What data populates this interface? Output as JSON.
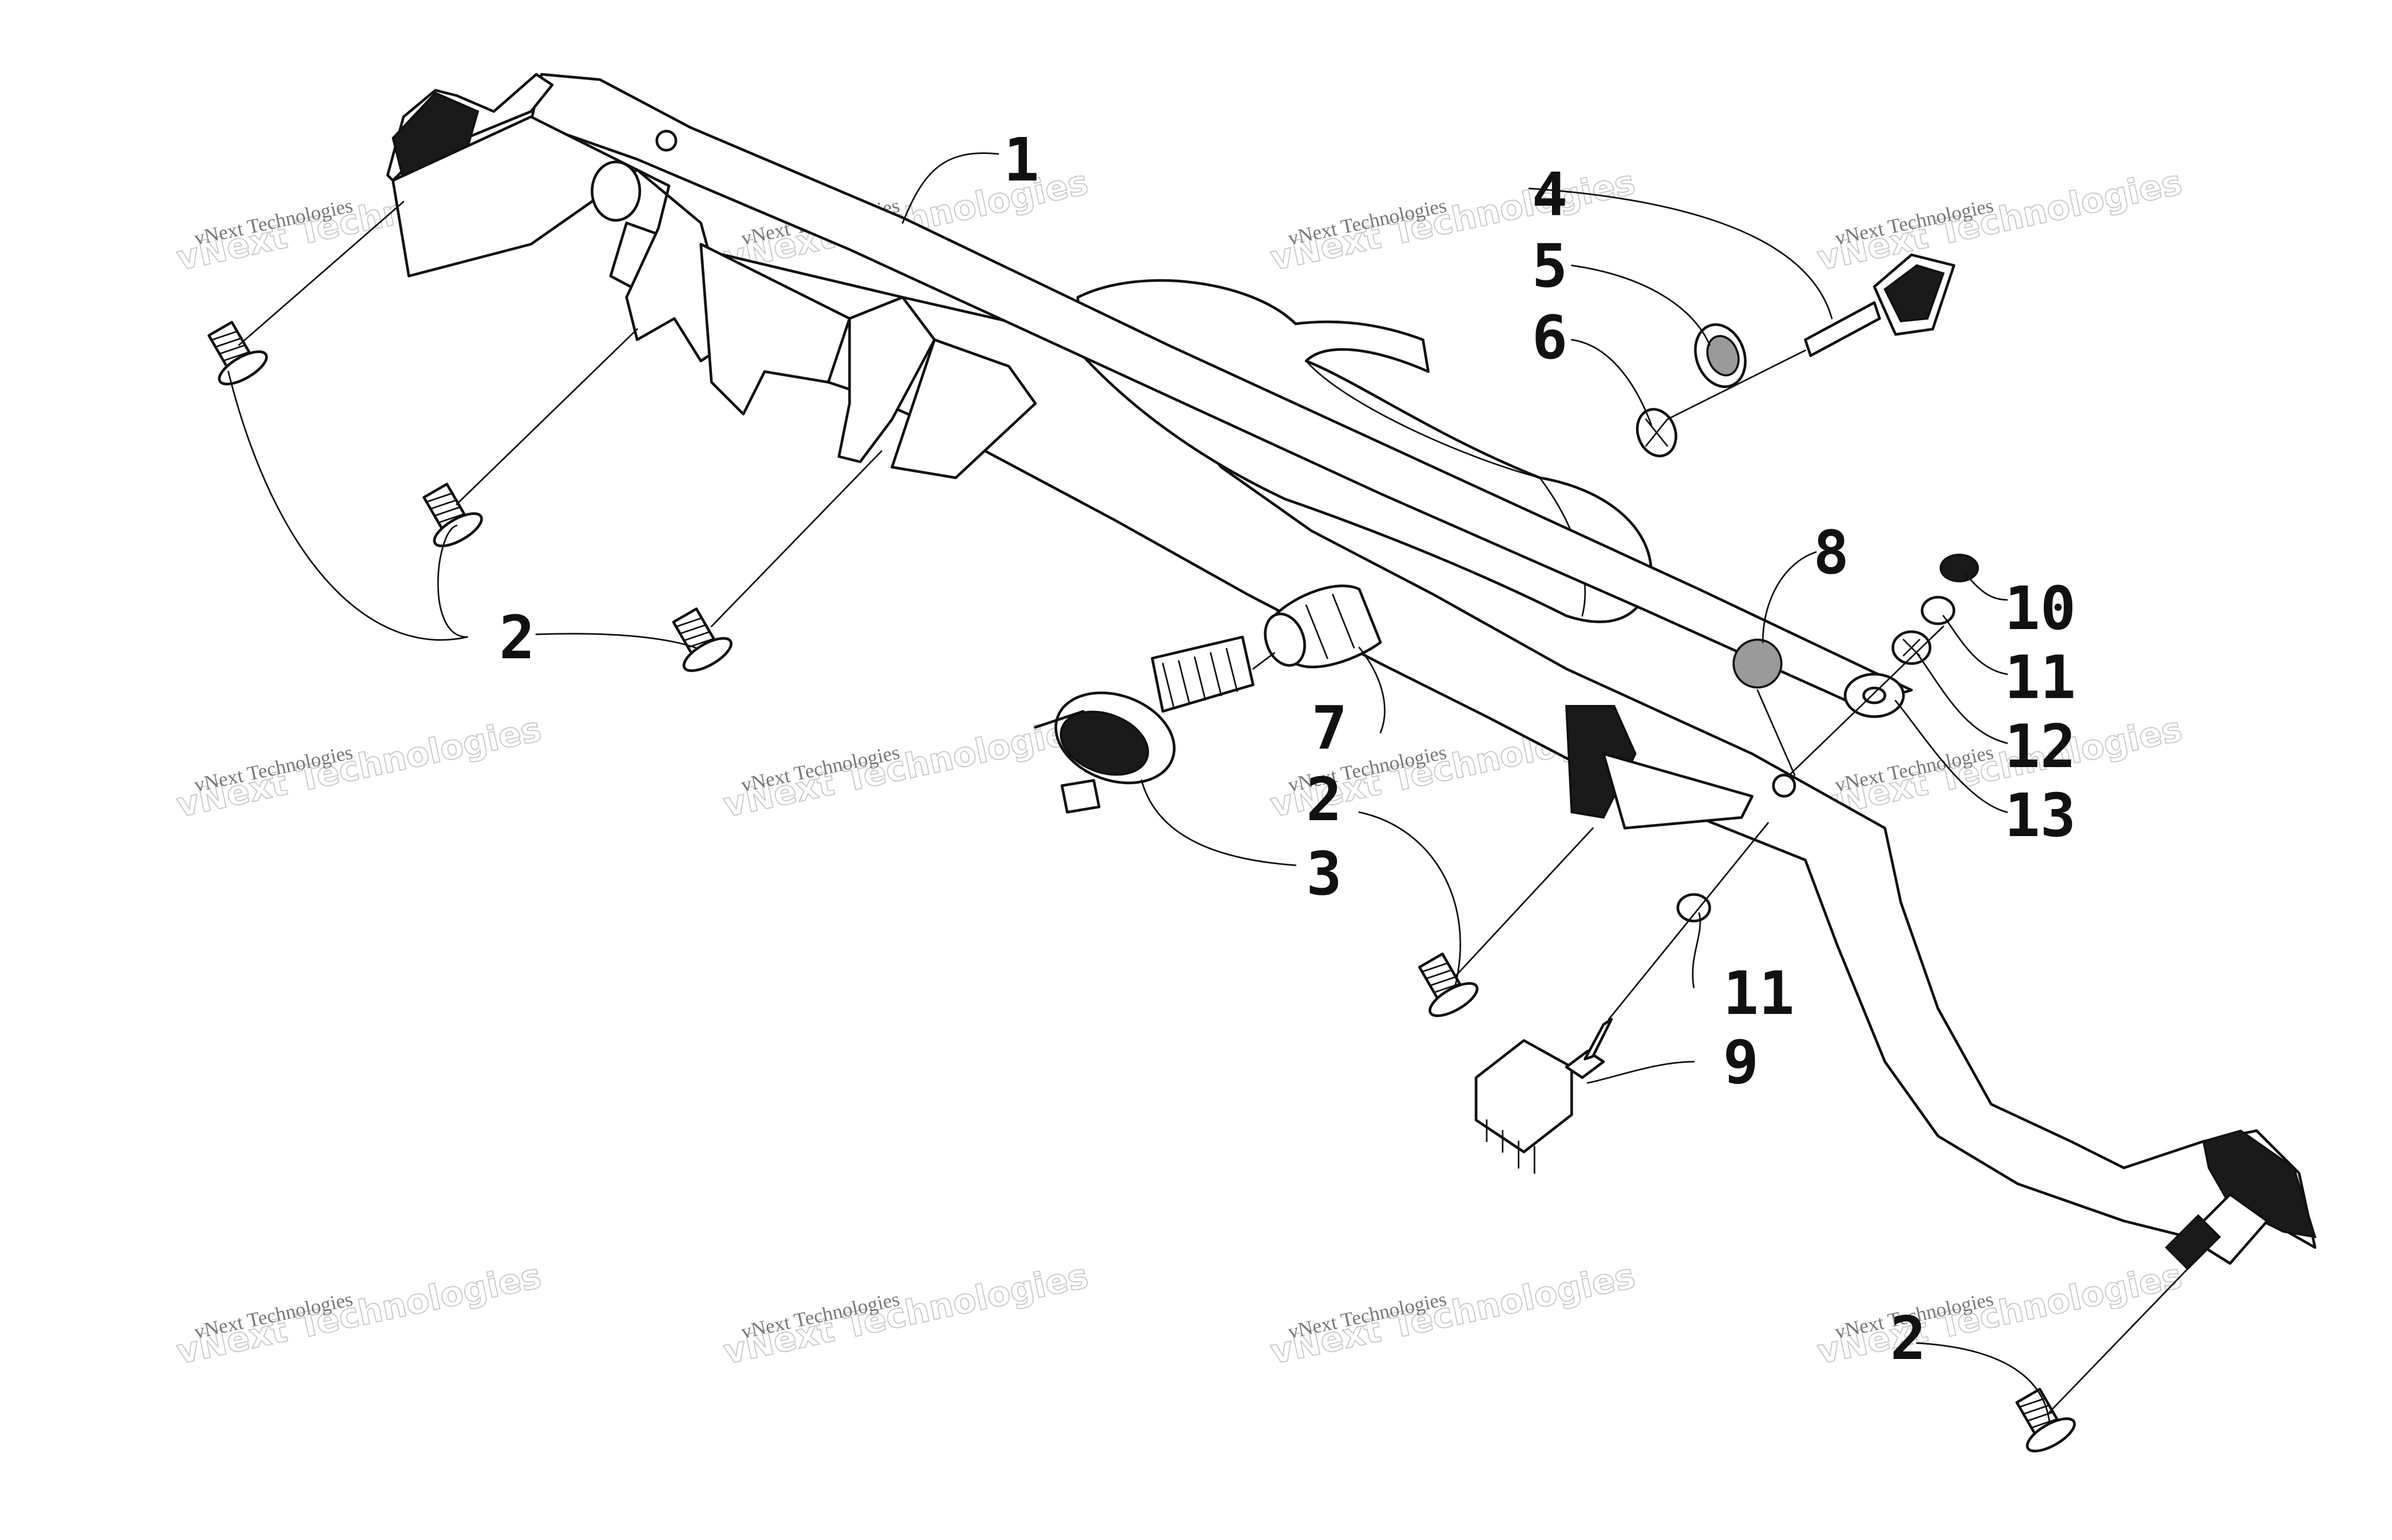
{
  "diagram": {
    "callouts": {
      "c1": "1",
      "c2a": "2",
      "c2b": "2",
      "c2c": "2",
      "c3": "3",
      "c4": "4",
      "c5": "5",
      "c6": "6",
      "c7": "7",
      "c8": "8",
      "c9": "9",
      "c10": "10",
      "c11a": "11",
      "c11b": "11",
      "c12": "12",
      "c13": "13"
    },
    "watermark": {
      "line1": "vNext Technologies",
      "line2": "vNext Technologies"
    }
  }
}
